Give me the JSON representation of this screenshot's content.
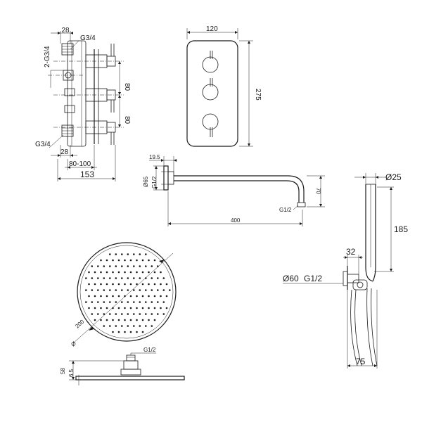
{
  "valve": {
    "dim_top_width": "28",
    "inlet_top_thread": "G3/4",
    "outlet_threads": "2-G3/4",
    "spacing_1": "80",
    "spacing_2": "80",
    "inlet_bottom_thread": "G3/4",
    "dim_bottom_width": "28",
    "depth_range": "80-100",
    "total_depth": "153"
  },
  "faceplate": {
    "width": "120",
    "height": "275"
  },
  "shower_arm": {
    "wall_offset": "19.5",
    "flange_diameter": "Ø65",
    "inlet_thread": "G1/2",
    "drop_height": "70",
    "outlet_thread": "G1/2",
    "length": "400"
  },
  "handset": {
    "diameter": "Ø25",
    "length": "185",
    "holder_projection": "32",
    "outlet_diameter": "Ø60",
    "outlet_thread": "G1/2",
    "holder_width": "75"
  },
  "shower_head": {
    "diameter_symbol": "Ø",
    "diameter": "200",
    "connector_thread": "G1/2",
    "total_height": "58",
    "plate_thickness": "6.5"
  }
}
